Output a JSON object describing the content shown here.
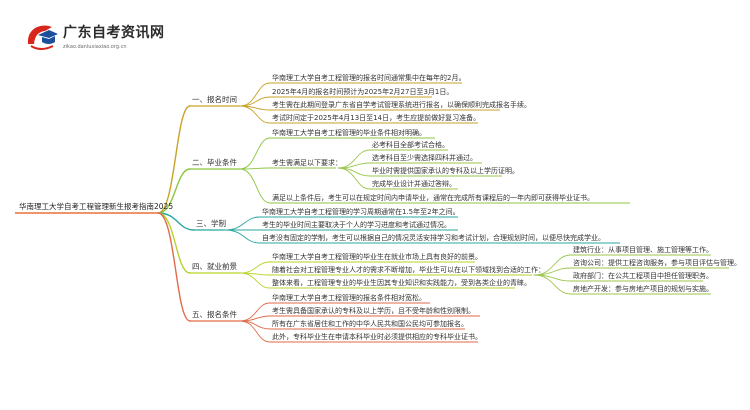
{
  "logo": {
    "title": "广东自考资讯网",
    "subtitle": "zikao.danluxiaxiao.org.cn",
    "colors": {
      "red": "#d9261c",
      "blue": "#1b4f9c"
    }
  },
  "mindmap": {
    "root": "华南理工大学自考工程管理新生报考指南2025",
    "colors": {
      "root_link": "#e8703a",
      "b1": "#c9a227",
      "b2": "#8cc63f",
      "b3": "#2aa7a0",
      "b4": "#b7d32b",
      "b5": "#e26a4a",
      "sub": "#9cc64d"
    },
    "branches": [
      {
        "label": "一、报名时间",
        "items": [
          "华南理工大学自考工程管理的报名时间通常集中在每年的2月。",
          "2025年4月的报名时间预计为2025年2月27日至3月1日。",
          "考生需在此期间登录广东省自学考试管理系统进行报名，以确保顺利完成报名手续。",
          "考试时间定于2025年4月13日至14日，考生应提前做好复习准备。"
        ]
      },
      {
        "label": "二、毕业条件",
        "items": [
          "华南理工大学自考工程管理的毕业条件相对明确。",
          "考生需满足以下要求：",
          "满足以上条件后，考生可以在规定时间内申请毕业，通常在完成所有课程后的一年内即可获得毕业证书。"
        ],
        "sub": [
          "必考科目全部考试合格。",
          "选考科目至少需选择四科并通过。",
          "毕业时需提供国家承认的专科及以上学历证明。",
          "完成毕业设计并通过答辩。"
        ]
      },
      {
        "label": "三、学制",
        "items": [
          "华南理工大学自考工程管理的学习周期通常在1.5年至2年之间。",
          "考生的毕业时间主要取决于个人的学习进度和考试通过情况。",
          "自考没有固定的学制，考生可以根据自己的情况灵活安排学习和考试计划，合理规划时间，以便尽快完成学业。"
        ]
      },
      {
        "label": "四、就业前景",
        "items": [
          "华南理工大学自考工程管理的毕业生在就业市场上具有良好的前景。",
          "随着社会对工程管理专业人才的需求不断增加，毕业生可以在以下领域找到合适的工作：",
          "整体来看，工程管理专业的毕业生因其专业知识和实践能力，受到各类企业的青睐。"
        ],
        "sub": [
          "建筑行业：从事项目管理、施工管理等工作。",
          "咨询公司：提供工程咨询服务，参与项目评估与管理。",
          "政府部门：在公共工程项目中担任管理职务。",
          "房地产开发：参与房地产项目的规划与实施。"
        ]
      },
      {
        "label": "五、报名条件",
        "items": [
          "华南理工大学自考工程管理的报名条件相对宽松。",
          "考生需具备国家承认的专科及以上学历，且不受年龄和性别限制。",
          "所有在广东省居住和工作的中华人民共和国公民均可参加报名。",
          "此外，专科毕业生在申请本科毕业时必须提供相应的专科毕业证书。"
        ]
      }
    ]
  }
}
